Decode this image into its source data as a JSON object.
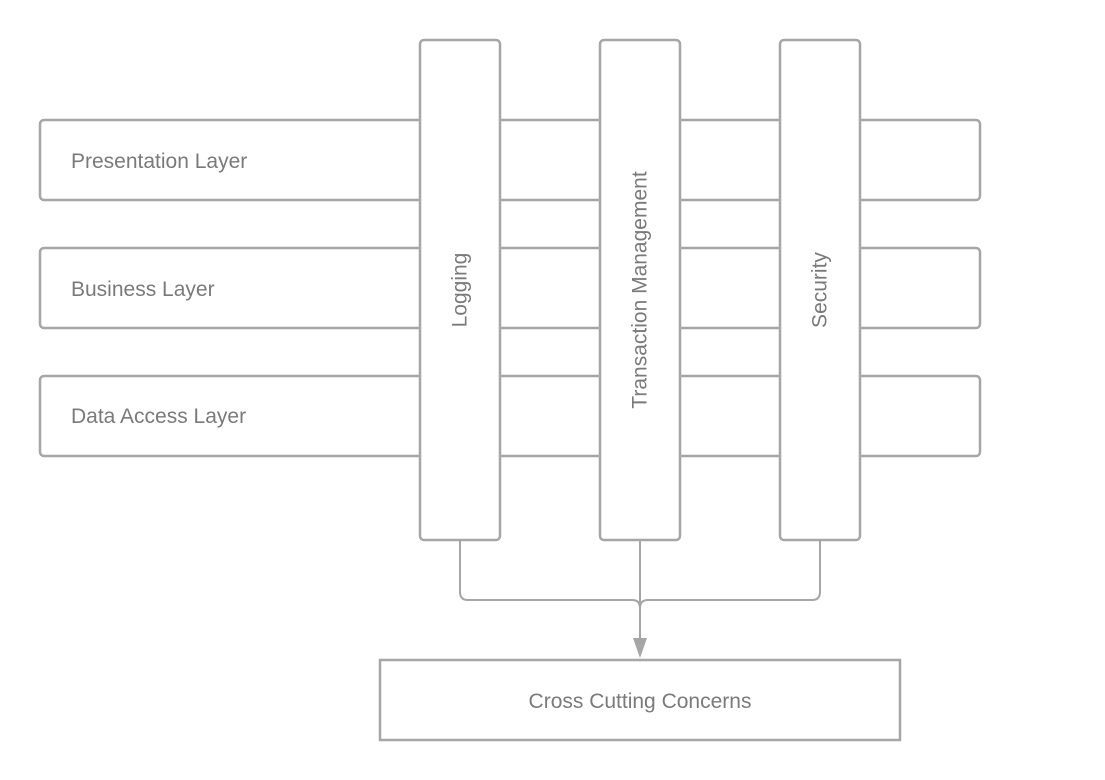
{
  "layers": [
    {
      "label": "Presentation Layer"
    },
    {
      "label": "Business Layer"
    },
    {
      "label": "Data Access Layer"
    }
  ],
  "concerns": [
    {
      "label": "Logging"
    },
    {
      "label": "Transaction Management"
    },
    {
      "label": "Security"
    }
  ],
  "target": {
    "label": "Cross Cutting Concerns"
  },
  "colors": {
    "stroke": "#a6a6a6",
    "text": "#7a7a7a",
    "fill": "#ffffff"
  }
}
